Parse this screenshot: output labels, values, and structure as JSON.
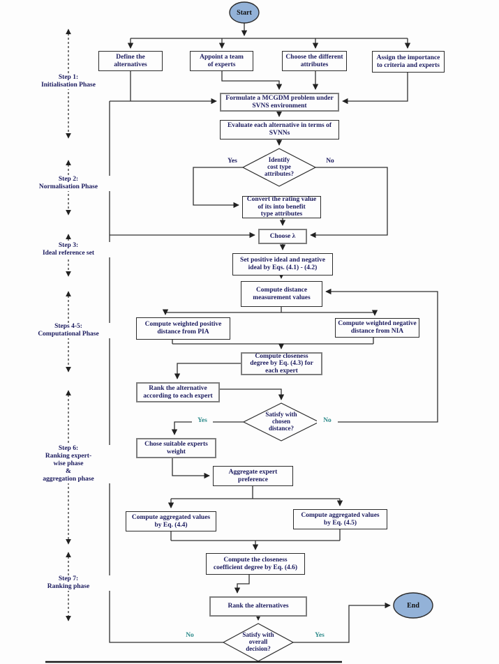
{
  "terminals": {
    "start": "Start",
    "end": "End"
  },
  "steps": [
    "Step 1:\nInitialisation Phase",
    "Step 2:\nNormalisation Phase",
    "Step 3:\nIdeal reference set",
    "Steps 4-5:\nComputational Phase",
    "Step 6:\nRanking expert-\nwise phase\n&\naggregation phase",
    "Step 7:\nRanking phase"
  ],
  "boxes": {
    "define": "Define the\nalternatives",
    "appoint": "Appoint a team\nof experts",
    "choose_attributes": "Choose the different\nattributes",
    "assign_importance": "Assign the importance\nto criteria and experts",
    "formulate": "Formulate a MCGDM problem under\nSVNS environment",
    "evaluate": "Evaluate each alternative in terms of\nSVNNs",
    "convert": "Convert the rating value\nof its into benefit\ntype attributes",
    "choose_lambda": "Choose λ",
    "set_ideal": "Set positive ideal and negative\nideal by Eqs. (4.1) - (4.2)",
    "compute_distance": "Compute distance\nmeasurement values",
    "weighted_positive": "Compute weighted positive\ndistance from PIA",
    "weighted_negative": "Compute weighted negative\ndistance from NIA",
    "closeness": "Compute closeness\ndegree by Eq. (4.3) for\neach expert",
    "rank_expert": "Rank the alternative\naccording to each expert",
    "chose_weights": "Chose suitable experts\nweight",
    "aggregate": "Aggregate expert\npreference",
    "aggregated_44": "Compute aggregated values\nby Eq. (4.4)",
    "aggregated_45": "Compute aggregated values\nby Eq. (4.5)",
    "closeness_coefficient": "Compute the closeness\ncoefficient degree by Eq. (4.6)",
    "rank_alternatives": "Rank the alternatives"
  },
  "decisions": {
    "identify_cost": "Identify\ncost type\nattributes?",
    "satisfy_distance": "Satisfy with\nchosen\ndistance?",
    "satisfy_decision": "Satisfy with\noverall\ndecision?"
  },
  "branches": {
    "identify_yes": "Yes",
    "identify_no": "No",
    "distance_yes": "Yes",
    "distance_no": "No",
    "decision_no": "No",
    "decision_yes": "Yes"
  },
  "colors": {
    "terminal_fill": "#93b2d8",
    "box_text": "#1b1b5e",
    "teal_branch": "#2e8b8b",
    "line": "#2f2f2f"
  }
}
